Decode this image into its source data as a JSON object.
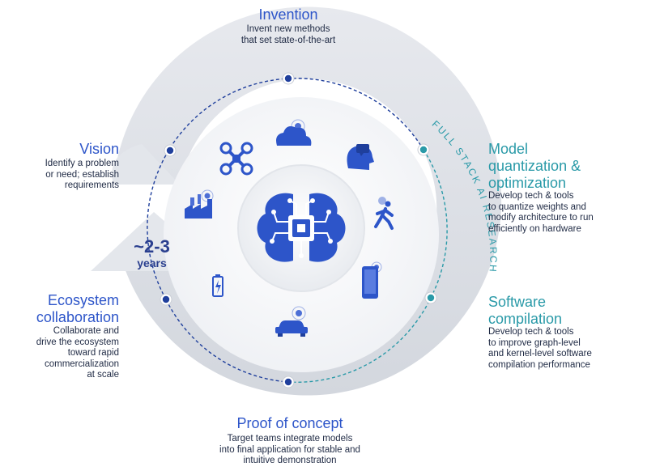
{
  "stages": {
    "invention": {
      "title": "Invention",
      "desc": "Invent new methods\nthat set state-of-the-art"
    },
    "quantization": {
      "title": "Model\nquantization &\noptimization",
      "desc": "Develop tech & tools\nto quantize weights and\nmodify architecture to run\nefficiently on hardware"
    },
    "compilation": {
      "title": "Software\ncompilation",
      "desc": "Develop tech & tools\nto improve graph-level\nand kernel-level software\ncompilation performance"
    },
    "proof": {
      "title": "Proof of concept",
      "desc": "Target teams integrate models\ninto final application for stable and\nintuitive demonstration"
    },
    "ecosystem": {
      "title": "Ecosystem\ncollaboration",
      "desc": "Collaborate and\ndrive the ecosystem\ntoward rapid\ncommercialization\nat scale"
    },
    "vision": {
      "title": "Vision",
      "desc": "Identify a problem\nor need; establish\nrequirements"
    }
  },
  "arc_label": "FULL STACK AI RESEARCH",
  "cycle": {
    "number": "~2-3",
    "unit": "years"
  },
  "icons": [
    "brain-chip-icon",
    "cloud-icon",
    "drone-icon",
    "head-chat-icon",
    "factory-icon",
    "walking-person-icon",
    "battery-icon",
    "smartphone-icon",
    "car-icon"
  ],
  "colors": {
    "blue": "#2d55c9",
    "teal": "#2a9aa8",
    "navy": "#1f3f9c",
    "ring": "#dfe2e8"
  }
}
